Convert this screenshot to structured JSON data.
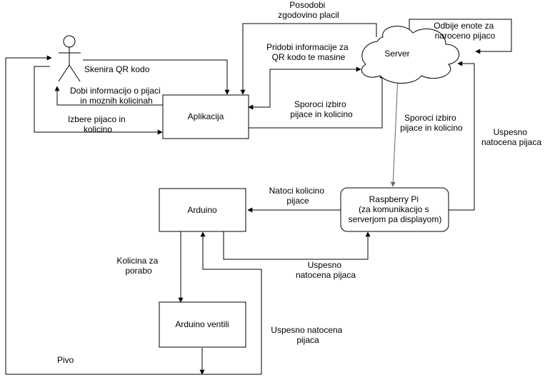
{
  "nodes": {
    "user": "",
    "aplikacija": "Aplikacija",
    "server": "Server",
    "raspberry": [
      "Raspberry Pi",
      "(za komunikacijo s",
      "serverjom pa displayom)"
    ],
    "arduino": "Arduino",
    "ventili": "Arduino ventili"
  },
  "edges": {
    "skenira": [
      "Skenira QR kodo"
    ],
    "dobi": [
      "Dobi informacijo o pijaci",
      "in moznih kolicinah"
    ],
    "izbere": [
      "Izbere pijaco in",
      "kolicino"
    ],
    "posodobi": [
      "Posodobi",
      "zgodovino placil"
    ],
    "odbije": [
      "Odbije enote za",
      "naroceno pijaco"
    ],
    "pridobi": [
      "Pridobi informacije za",
      "QR kodo te masine"
    ],
    "sporoci_app": [
      "Sporoci izbiro",
      "pijace in kolicino"
    ],
    "sporoci_server": [
      "Sporoci izbiro",
      "pijace in kolicino"
    ],
    "uspesno_server": [
      "Uspesno",
      "natocena pijaca"
    ],
    "natoci": [
      "Natoci kolicino",
      "pijace"
    ],
    "uspesno_arduino": [
      "Uspesno",
      "natocena pijaca"
    ],
    "kolicina": [
      "Kolicina za",
      "porabo"
    ],
    "uspesno_ventili": [
      "Uspesno natocena",
      "pijaca"
    ],
    "pivo": [
      "Pivo"
    ]
  }
}
